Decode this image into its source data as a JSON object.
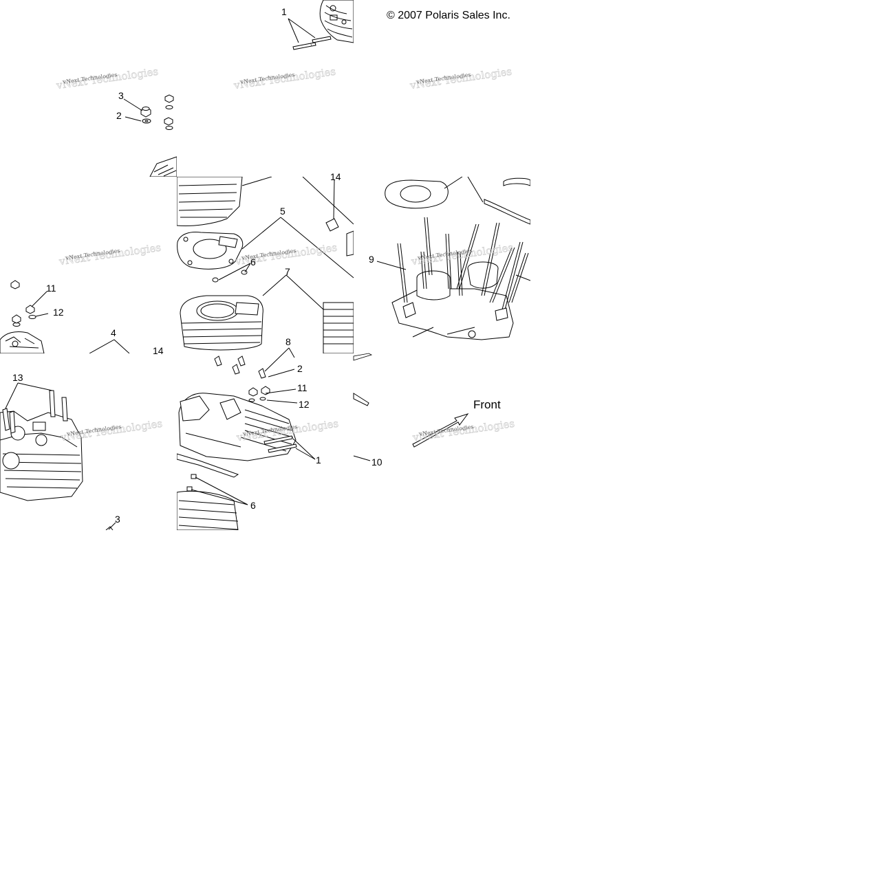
{
  "copyright": "© 2007 Polaris Sales Inc.",
  "front_label": "Front",
  "watermark": "vNext Technologies",
  "callouts": [
    {
      "id": "c1a",
      "text": "1"
    },
    {
      "id": "c3a",
      "text": "3"
    },
    {
      "id": "c2a",
      "text": "2"
    },
    {
      "id": "c14a",
      "text": "14"
    },
    {
      "id": "c5",
      "text": "5"
    },
    {
      "id": "c6a",
      "text": "6"
    },
    {
      "id": "c7",
      "text": "7"
    },
    {
      "id": "c9",
      "text": "9"
    },
    {
      "id": "c11a",
      "text": "11"
    },
    {
      "id": "c12a",
      "text": "12"
    },
    {
      "id": "c4",
      "text": "4"
    },
    {
      "id": "c14b",
      "text": "14"
    },
    {
      "id": "c8",
      "text": "8"
    },
    {
      "id": "c2b",
      "text": "2"
    },
    {
      "id": "c11b",
      "text": "11"
    },
    {
      "id": "c12b",
      "text": "12"
    },
    {
      "id": "c13",
      "text": "13"
    },
    {
      "id": "c1b",
      "text": "1"
    },
    {
      "id": "c10",
      "text": "10"
    },
    {
      "id": "c6b",
      "text": "6"
    },
    {
      "id": "c3b",
      "text": "3"
    }
  ]
}
